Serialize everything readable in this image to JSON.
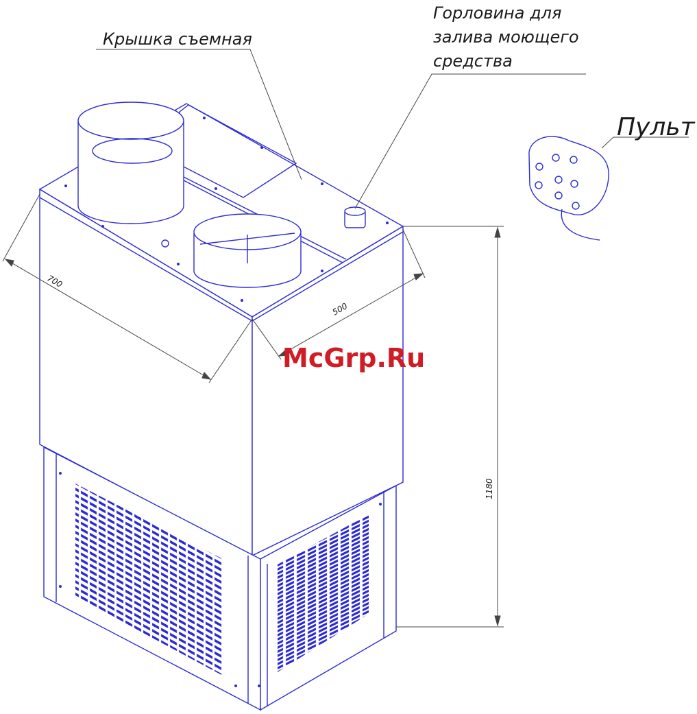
{
  "labels": {
    "cover": "Крышка съемная",
    "neck_line1": "Горловина для",
    "neck_line2": "залива моющего",
    "neck_line3": "средства",
    "remote": "Пульт"
  },
  "dimensions": {
    "depth": "700",
    "width": "500",
    "height": "1180"
  },
  "watermark": {
    "text": "McGrp.Ru",
    "color": "#d01c24"
  },
  "colors": {
    "drawing": "#2b2bd6",
    "leader": "#444444",
    "background": "#ffffff"
  }
}
